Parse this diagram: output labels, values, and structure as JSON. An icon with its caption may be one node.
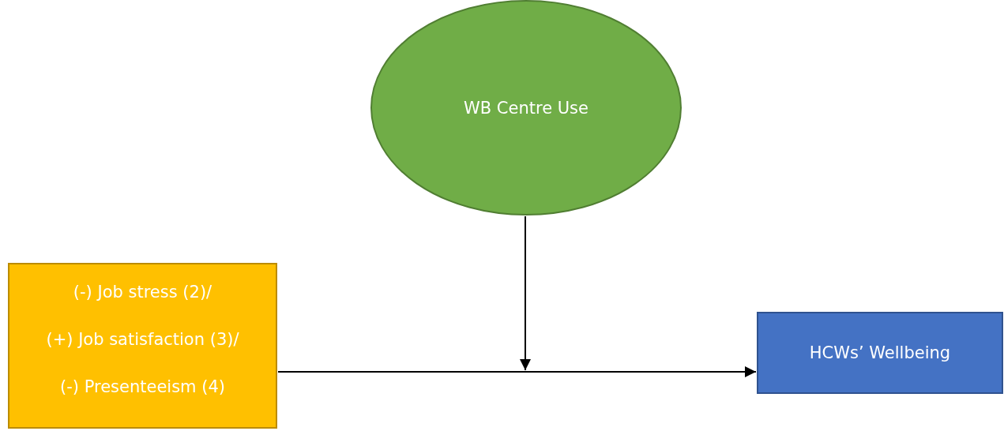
{
  "diagram": {
    "nodes": [
      {
        "text": [
          "WB Centre Use"
        ]
      },
      {
        "text": [
          "(-) Job stress (2)/",
          "(+) Job satisfaction (3)/",
          "(-) Presenteeism (4)"
        ]
      },
      {
        "text": [
          "HCWs’ Wellbeing"
        ]
      }
    ],
    "edges": [
      {
        "from": 0,
        "to": null,
        "arrow": "to"
      },
      {
        "from": 1,
        "to": 2,
        "arrow": "to"
      }
    ]
  }
}
